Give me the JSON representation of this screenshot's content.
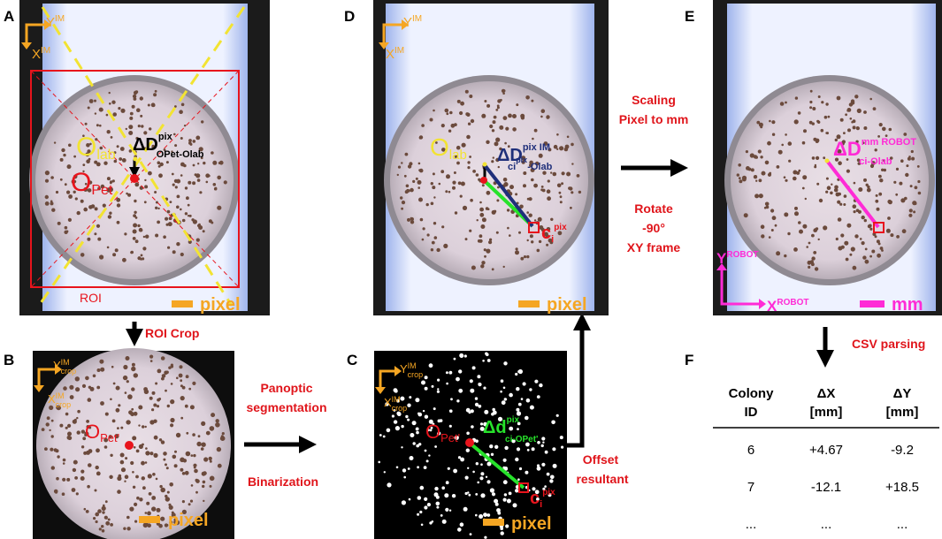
{
  "panels": {
    "A": {
      "letter": "A",
      "axis_y": "Y",
      "axis_y_sup": "IM",
      "axis_x": "X",
      "axis_x_sup": "IM",
      "roi_label": "ROI",
      "scale_unit": "pixel",
      "o_lab": "O",
      "o_lab_sub": "lab",
      "o_pet": "O",
      "o_pet_sub": "Pet",
      "delta": "ΔD",
      "delta_sup": "pix",
      "delta_sub": "OPet-Olab"
    },
    "B": {
      "letter": "B",
      "axis_y": "Y",
      "axis_y_sup": "IM",
      "axis_y_sub": "crop",
      "axis_x": "X",
      "axis_x_sup": "IM",
      "axis_x_sub": "crop",
      "o_pet": "O",
      "o_pet_sub": "Pet'",
      "scale_unit": "pixel"
    },
    "C": {
      "letter": "C",
      "axis_y": "Y",
      "axis_y_sup": "IM",
      "axis_y_sub": "crop",
      "axis_x": "X",
      "axis_x_sup": "IM",
      "axis_x_sub": "crop",
      "o_pet": "O",
      "o_pet_sub": "Pet'",
      "delta": "Δd",
      "delta_sup": "pix",
      "delta_sub": "ci-OPet'",
      "c": "c",
      "c_sub": "i",
      "c_sup": "pix",
      "scale_unit": "pixel"
    },
    "D": {
      "letter": "D",
      "axis_y": "Y",
      "axis_y_sup": "IM",
      "axis_x": "X",
      "axis_x_sup": "IM",
      "o_lab": "O",
      "o_lab_sub": "lab",
      "delta": "ΔD",
      "delta_sup": "pix IM",
      "delta_sub": "ci",
      "delta_sub_sup": "pix",
      "delta_sub_tail": "-Olab",
      "c": "c",
      "c_sub": "i",
      "c_sup": "pix",
      "scale_unit": "pixel"
    },
    "E": {
      "letter": "E",
      "delta": "ΔD",
      "delta_sup": "mm ROBOT",
      "delta_sub": "ci-Olab",
      "axis_y": "Y",
      "axis_y_sup": "ROBOT",
      "axis_x": "X",
      "axis_x_sup": "ROBOT",
      "scale_unit": "mm"
    },
    "F": {
      "letter": "F",
      "headers": [
        [
          "Colony",
          "ID"
        ],
        [
          "ΔX",
          "[mm]"
        ],
        [
          "ΔY",
          "[mm]"
        ]
      ],
      "rows": [
        [
          "6",
          "+4.67",
          "-9.2"
        ],
        [
          "7",
          "-12.1",
          "+18.5"
        ],
        [
          "...",
          "...",
          "..."
        ]
      ]
    }
  },
  "steps": {
    "roi_crop": "ROI Crop",
    "panoptic_1": "Panoptic",
    "panoptic_2": "segmentation",
    "binarization": "Binarization",
    "offset_1": "Offset",
    "offset_2": "resultant",
    "scaling_1": "Scaling",
    "scaling_2": "Pixel to mm",
    "rotate_1": "Rotate",
    "rotate_2": "-90°",
    "rotate_3": "XY frame",
    "csv": "CSV parsing"
  },
  "colors": {
    "orange": "#f5a623",
    "red": "#e8141c",
    "yellow": "#f2e332",
    "magenta": "#ff2bd6",
    "navy": "#1f2f7a",
    "green": "#27e22b",
    "text_red": "#e0151b"
  }
}
